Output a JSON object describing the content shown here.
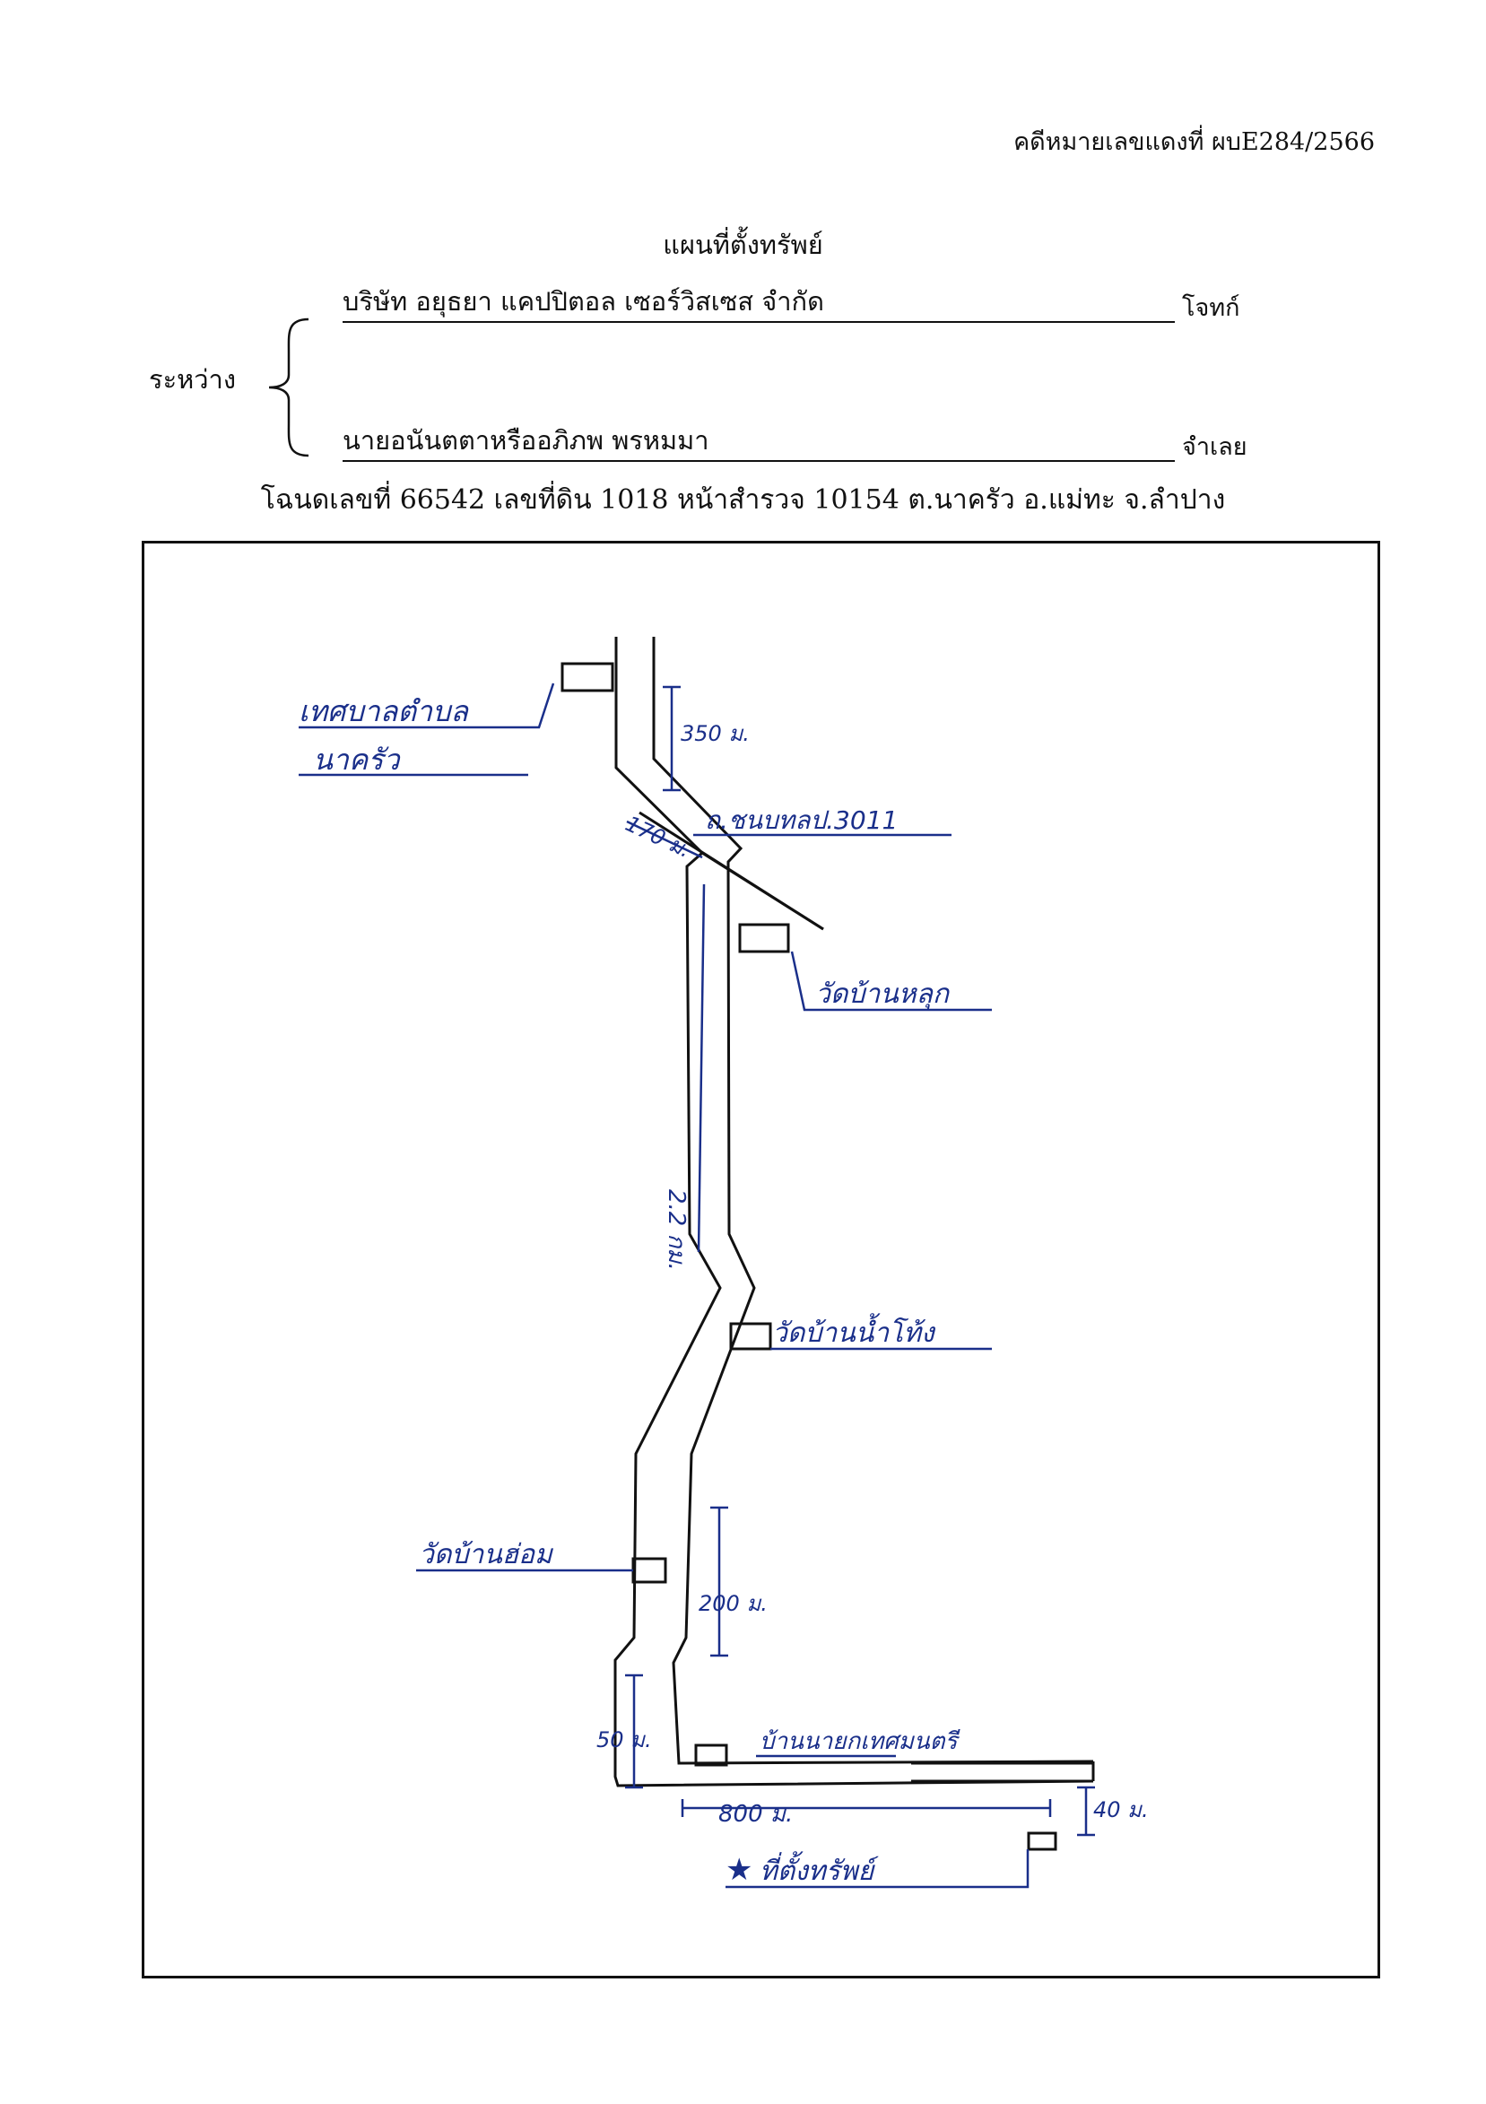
{
  "header": {
    "case_number": "คดีหมายเลขแดงที่ ผบE284/2566",
    "title": "แผนที่ตั้งทรัพย์",
    "between_label": "ระหว่าง",
    "plaintiff": {
      "name": "บริษัท อยุธยา แคปปิตอล เซอร์วิสเซส จำกัด",
      "role": "โจทก์"
    },
    "defendant": {
      "name": "นายอนันตตาหรืออภิภพ  พรหมมา",
      "role": "จำเลย"
    },
    "deed_line": "โฉนดเลขที่ 66542  เลขที่ดิน 1018 หน้าสำรวจ  10154  ต.นาครัว  อ.แม่ทะ  จ.ลำปาง"
  },
  "map": {
    "landmarks": [
      {
        "id": "municipality",
        "label_line1": "เทศบาลตำบล",
        "label_line2": "นาครัว",
        "icon": "building-icon"
      },
      {
        "id": "road",
        "label": "ถ.ชนบทลป.3011"
      },
      {
        "id": "wat-ban-lok",
        "label": "วัดบ้านหลุก",
        "icon": "building-icon"
      },
      {
        "id": "wat-ban-nam-khong",
        "label": "วัดบ้านน้ำโท้ง",
        "icon": "building-icon"
      },
      {
        "id": "wat-ban-hom",
        "label": "วัดบ้านฮ่อม",
        "icon": "building-icon"
      },
      {
        "id": "mayor-house",
        "label": "บ้านนายกเทศมนตรี",
        "icon": "building-icon"
      },
      {
        "id": "property",
        "label": "ที่ตั้งทรัพย์",
        "icon": "star-icon"
      }
    ],
    "distances": [
      "350 ม.",
      "170 ม.",
      "2.2 กม.",
      "200 ม.",
      "50 ม.",
      "800 ม.",
      "40 ม."
    ]
  }
}
